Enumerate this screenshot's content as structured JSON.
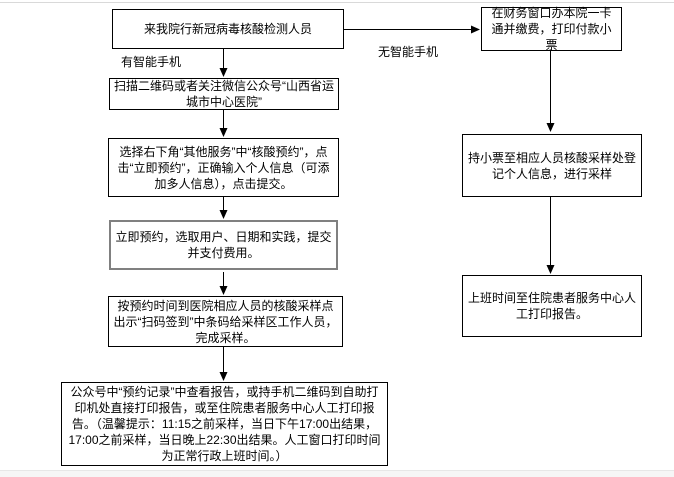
{
  "page": {
    "background": "#ffffff",
    "top_edge_color": "#d9d9d9",
    "bottom_strip_color": "#f6f6f6",
    "line_color": "#000000",
    "text_color": "#000000"
  },
  "nodes": {
    "start": {
      "text": "来我院行新冠病毒核酸检测人员"
    },
    "finance_window": {
      "text": "在财务窗口办本院一卡通并缴费，打印付款小票"
    },
    "scan_qr": {
      "text": "扫描二维码或者关注微信公众号“山西省运城市中心医院”"
    },
    "choose_service": {
      "text": "选择右下角“其他服务”中“核酸预约”，点击“立即预约”，正确输入个人信息（可添加多人信息），点击提交。"
    },
    "book_now": {
      "text": "立即预约，选取用户、日期和实践，提交并支付费用。"
    },
    "sampling": {
      "text": "按预约时间到医院相应人员的核酸采样点出示“扫码签到”中条码给采样区工作人员，完成采样。"
    },
    "report": {
      "text": "公众号中“预约记录”中查看报告，或持手机二维码到自助打印机处直接打印报告，或至住院患者服务中心人工打印报告。（温馨提示：11:15之前采样，当日下午17:00出结果，17:00之前采样，当日晚上22:30出结果。人工窗口打印时间为正常行政上班时间。）"
    },
    "ticket_sampling": {
      "text": "持小票至相应人员核酸采样处登记个人信息，进行采样"
    },
    "manual_print": {
      "text": "上班时间至住院患者服务中心人工打印报告。"
    }
  },
  "edge_labels": {
    "has_smartphone": "有智能手机",
    "no_smartphone": "无智能手机"
  }
}
